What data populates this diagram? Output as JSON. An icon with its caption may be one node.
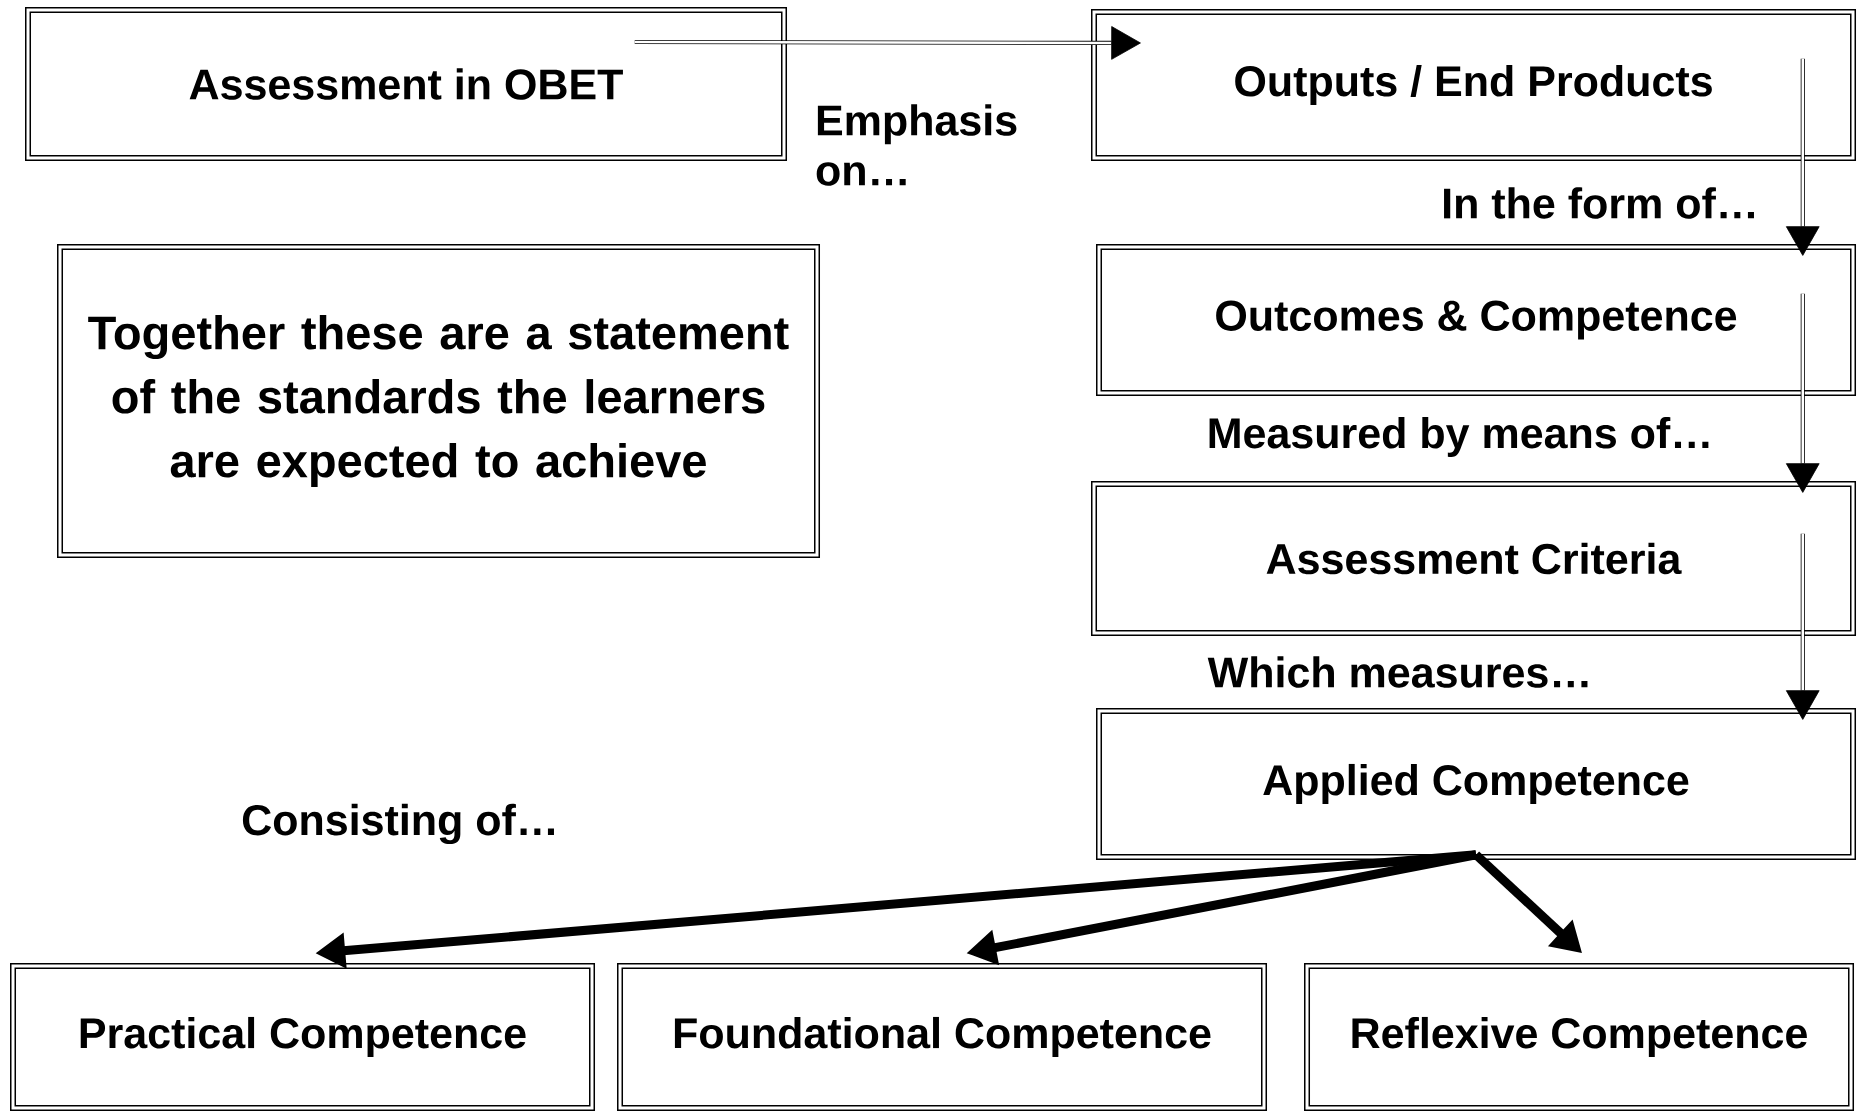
{
  "diagram": {
    "nodes": [
      {
        "text": [
          "Assessment in OBET"
        ]
      },
      {
        "text": [
          "Outputs / End Products"
        ]
      },
      {
        "text": [
          "Together these are a statement of the standards the learners are expected to achieve"
        ]
      },
      {
        "text": [
          "Outcomes & Competence"
        ]
      },
      {
        "text": [
          "Assessment Criteria"
        ]
      },
      {
        "text": [
          "Applied Competence"
        ]
      },
      {
        "text": [
          "Practical Competence"
        ]
      },
      {
        "text": [
          "Foundational Competence"
        ]
      },
      {
        "text": [
          "Reflexive Competence"
        ]
      }
    ],
    "edges": [
      {
        "from": 0,
        "to": 1,
        "arrow": "to",
        "label": "Emphasis on…"
      },
      {
        "from": 1,
        "to": 3,
        "arrow": "to",
        "label": "In the form of…"
      },
      {
        "from": 3,
        "to": 4,
        "arrow": "to",
        "label": "Measured by means of…"
      },
      {
        "from": 4,
        "to": 5,
        "arrow": "to",
        "label": "Which measures…"
      },
      {
        "from": 5,
        "to": 6,
        "arrow": "to",
        "style": "thick"
      },
      {
        "from": 5,
        "to": 7,
        "arrow": "to",
        "style": "thick"
      },
      {
        "from": 5,
        "to": 8,
        "arrow": "to",
        "style": "thick"
      }
    ],
    "labels": [
      "Consisting of…"
    ]
  }
}
